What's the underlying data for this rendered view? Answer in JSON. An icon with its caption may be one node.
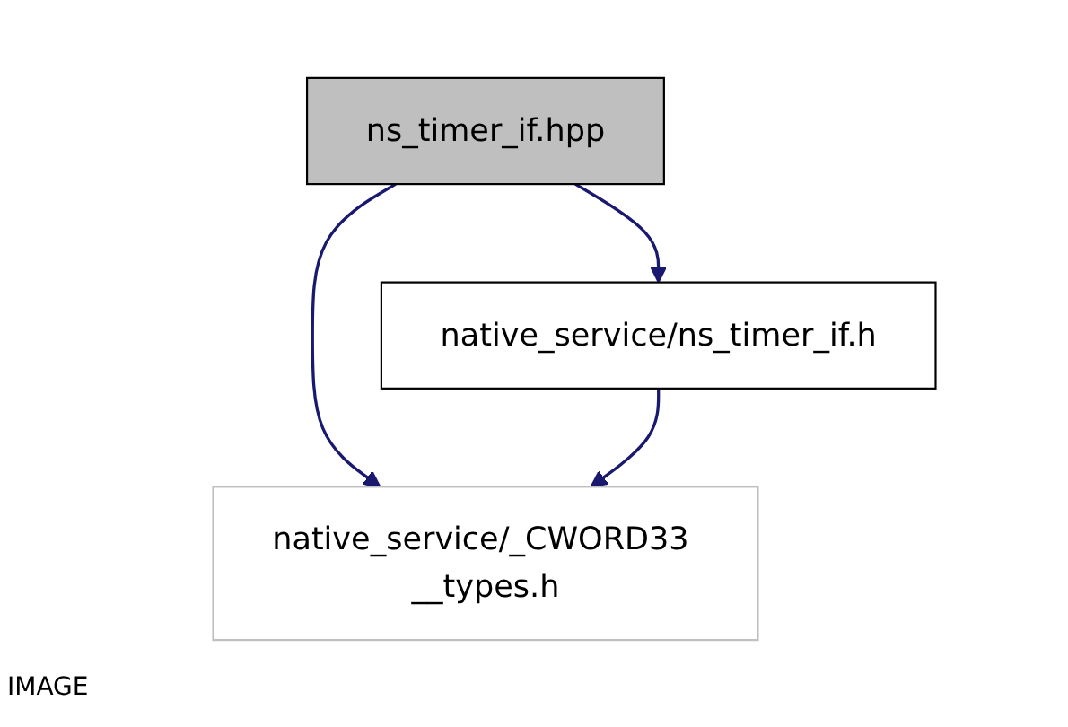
{
  "diagram": {
    "nodes": [
      {
        "text": [
          "ns_timer_if.hpp"
        ]
      },
      {
        "text": [
          "native_service/ns_timer_if.h"
        ]
      },
      {
        "text": [
          "native_service/_CWORD33 __types.h"
        ]
      }
    ],
    "edges": [
      {
        "from": 0,
        "to": 2,
        "arrow": "to"
      },
      {
        "from": 0,
        "to": 1,
        "arrow": "to"
      },
      {
        "from": 1,
        "to": 2,
        "arrow": "to"
      }
    ],
    "labels": [
      "IMAGE"
    ]
  }
}
